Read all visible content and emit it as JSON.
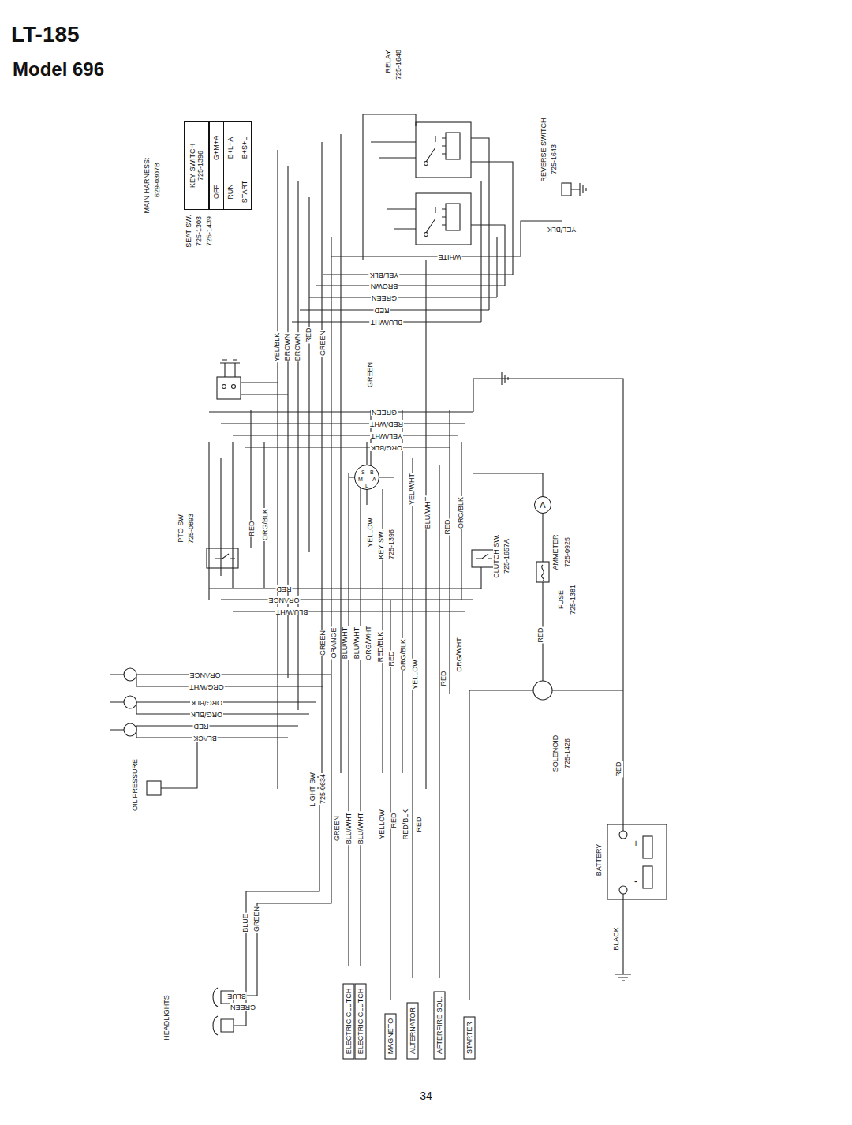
{
  "diagram": {
    "title": "LT-185",
    "nodes": [
      {
        "text": [
          "KEY SWITCH",
          "725-1396",
          "OFF",
          "G+M+A",
          "RUN",
          "B+L+A",
          "START",
          "B+S+L"
        ]
      },
      {
        "text": [
          "S",
          "B",
          "M",
          "A",
          "L"
        ]
      },
      {
        "text": [
          "A"
        ]
      },
      {
        "text": [
          "ELECTRIC CLUTCH"
        ]
      },
      {
        "text": [
          "ELECTRIC CLUTCH"
        ]
      },
      {
        "text": [
          "MAGNETO"
        ]
      },
      {
        "text": [
          "ALTERNATOR"
        ]
      },
      {
        "text": [
          "AFTERFIRE SOL."
        ]
      },
      {
        "text": [
          "STARTER"
        ]
      }
    ],
    "labels": [
      "Model 696",
      "MAIN HARNESS:",
      "629-0307B",
      "RELAY",
      "725-1648",
      "REVERSE SWITCH",
      "725-1643",
      "YEL/BLK",
      "WHITE",
      "YEL/BLK",
      "BROWN",
      "GREEN",
      "RED",
      "BLU/WHT",
      "SEAT SW.",
      "725-1303",
      "725-1439",
      "YEL/BLK",
      "BROWN",
      "BROWN",
      "RED",
      "GREEN",
      "GREEN",
      "GREEN",
      "RED/WHT",
      "YEL/WHT",
      "ORG/BLK",
      "YEL/WHT",
      "BLU/WHT",
      "RED",
      "ORG/BLK",
      "YELLOW",
      "KEY SW.",
      "725-1396",
      "AMMETER",
      "725-0925",
      "PTO SW",
      "725-0893",
      "RED",
      "ORG/BLK",
      "CLUTCH SW.",
      "725-1657A",
      "FUSE",
      "725-1381",
      "RED",
      "ORANGE",
      "BLU/WHT",
      "GREEN",
      "ORANGE",
      "BLU/WHT",
      "BLU/WHT",
      "ORG/WHT",
      "RED/BLK",
      "RED",
      "ORG/BLK",
      "YELLOW",
      "RED",
      "ORG/WHT",
      "RED",
      "ORANGE",
      "ORG/WHT",
      "ORG/BLK",
      "ORG/BLK",
      "RED",
      "BLACK",
      "SOLENOID",
      "725-1426",
      "OIL PRESSURE",
      "LIGHT SW.",
      "725-0634",
      "GREEN",
      "BLU/WHT",
      "BLU/WHT",
      "YELLOW",
      "RED",
      "RED/BLK",
      "RED",
      "RED",
      "BATTERY",
      "+",
      "-",
      "BLACK",
      "HEADLIGHTS",
      "BLUE",
      "GREEN",
      "BLUE",
      "GREEN",
      "34"
    ]
  }
}
